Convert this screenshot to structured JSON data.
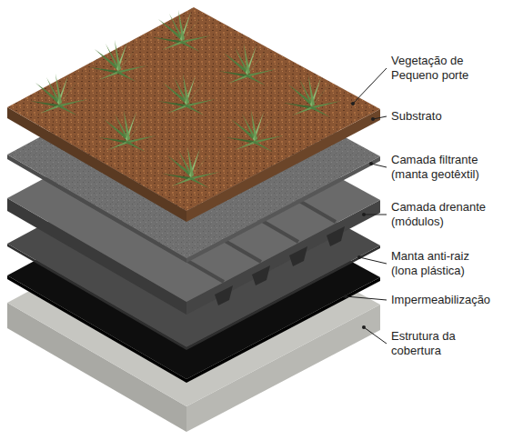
{
  "diagram": {
    "labels": [
      "Vegetação de Pequeno porte",
      "Substrato",
      "Camada filtrante (manta geotêxtil)",
      "Camada drenante (módulos)",
      "Manta anti-raiz (lona plástica)",
      "Impermeabilização",
      "Estrutura da cobertura"
    ]
  }
}
